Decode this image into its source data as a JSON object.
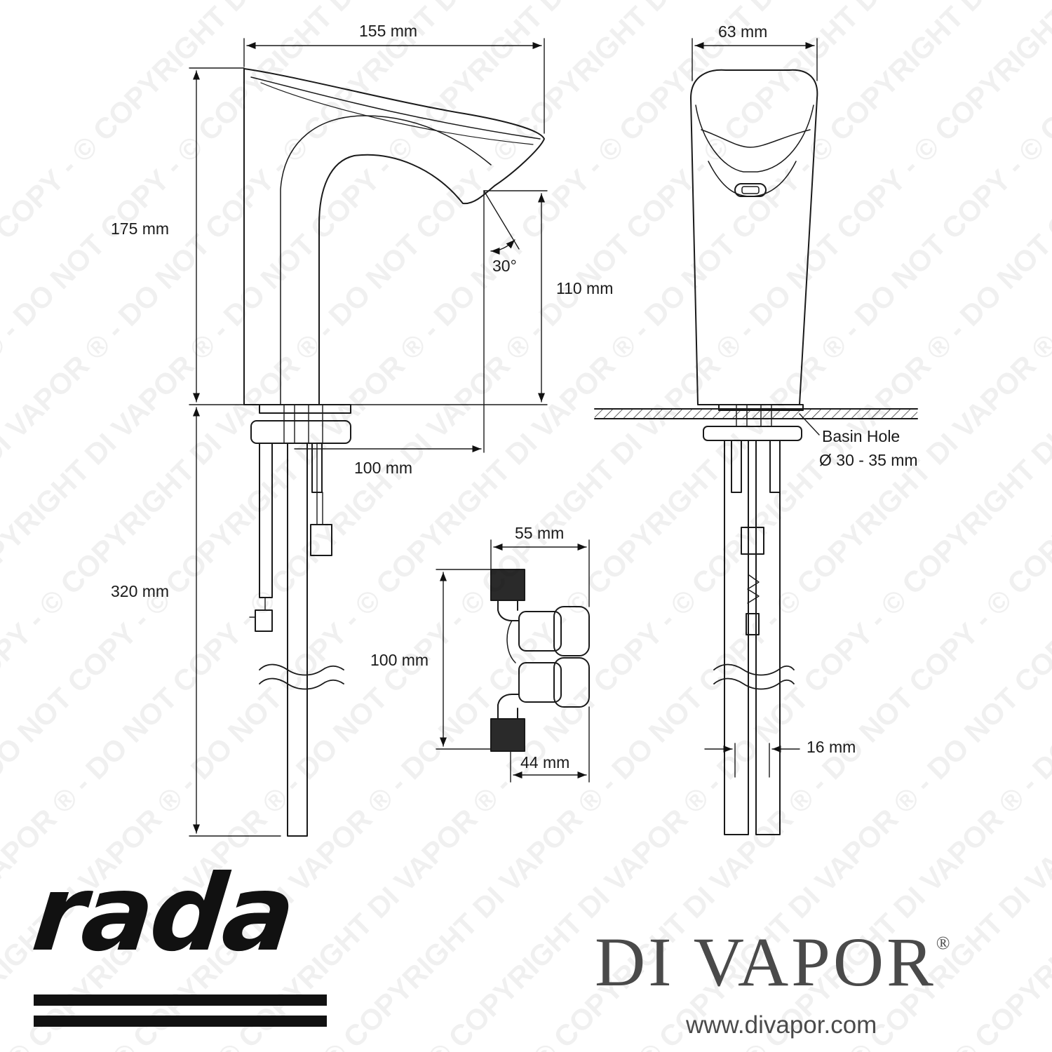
{
  "dimensions": {
    "spout_reach_top": "155 mm",
    "body_width_front": "63 mm",
    "tap_height": "175 mm",
    "spout_angle": "30°",
    "outlet_height": "110 mm",
    "spout_projection": "100 mm",
    "tail_length": "320 mm",
    "valve_width": "55 mm",
    "valve_height": "100 mm",
    "valve_depth": "44 mm",
    "tail_spacing": "16 mm"
  },
  "basin_hole": {
    "label": "Basin Hole",
    "diameter": "Ø 30 - 35 mm"
  },
  "brand": {
    "manufacturer_logo": "rada",
    "retailer_name": "DI VAPOR",
    "retailer_reg": "®",
    "retailer_url": "www.divapor.com"
  },
  "watermark": {
    "text": "© COPYRIGHT DI VAPOR ® - DO NOT COPY - "
  },
  "colors": {
    "ink": "#1a1a1a",
    "brand_grey": "#4a4a4a"
  }
}
